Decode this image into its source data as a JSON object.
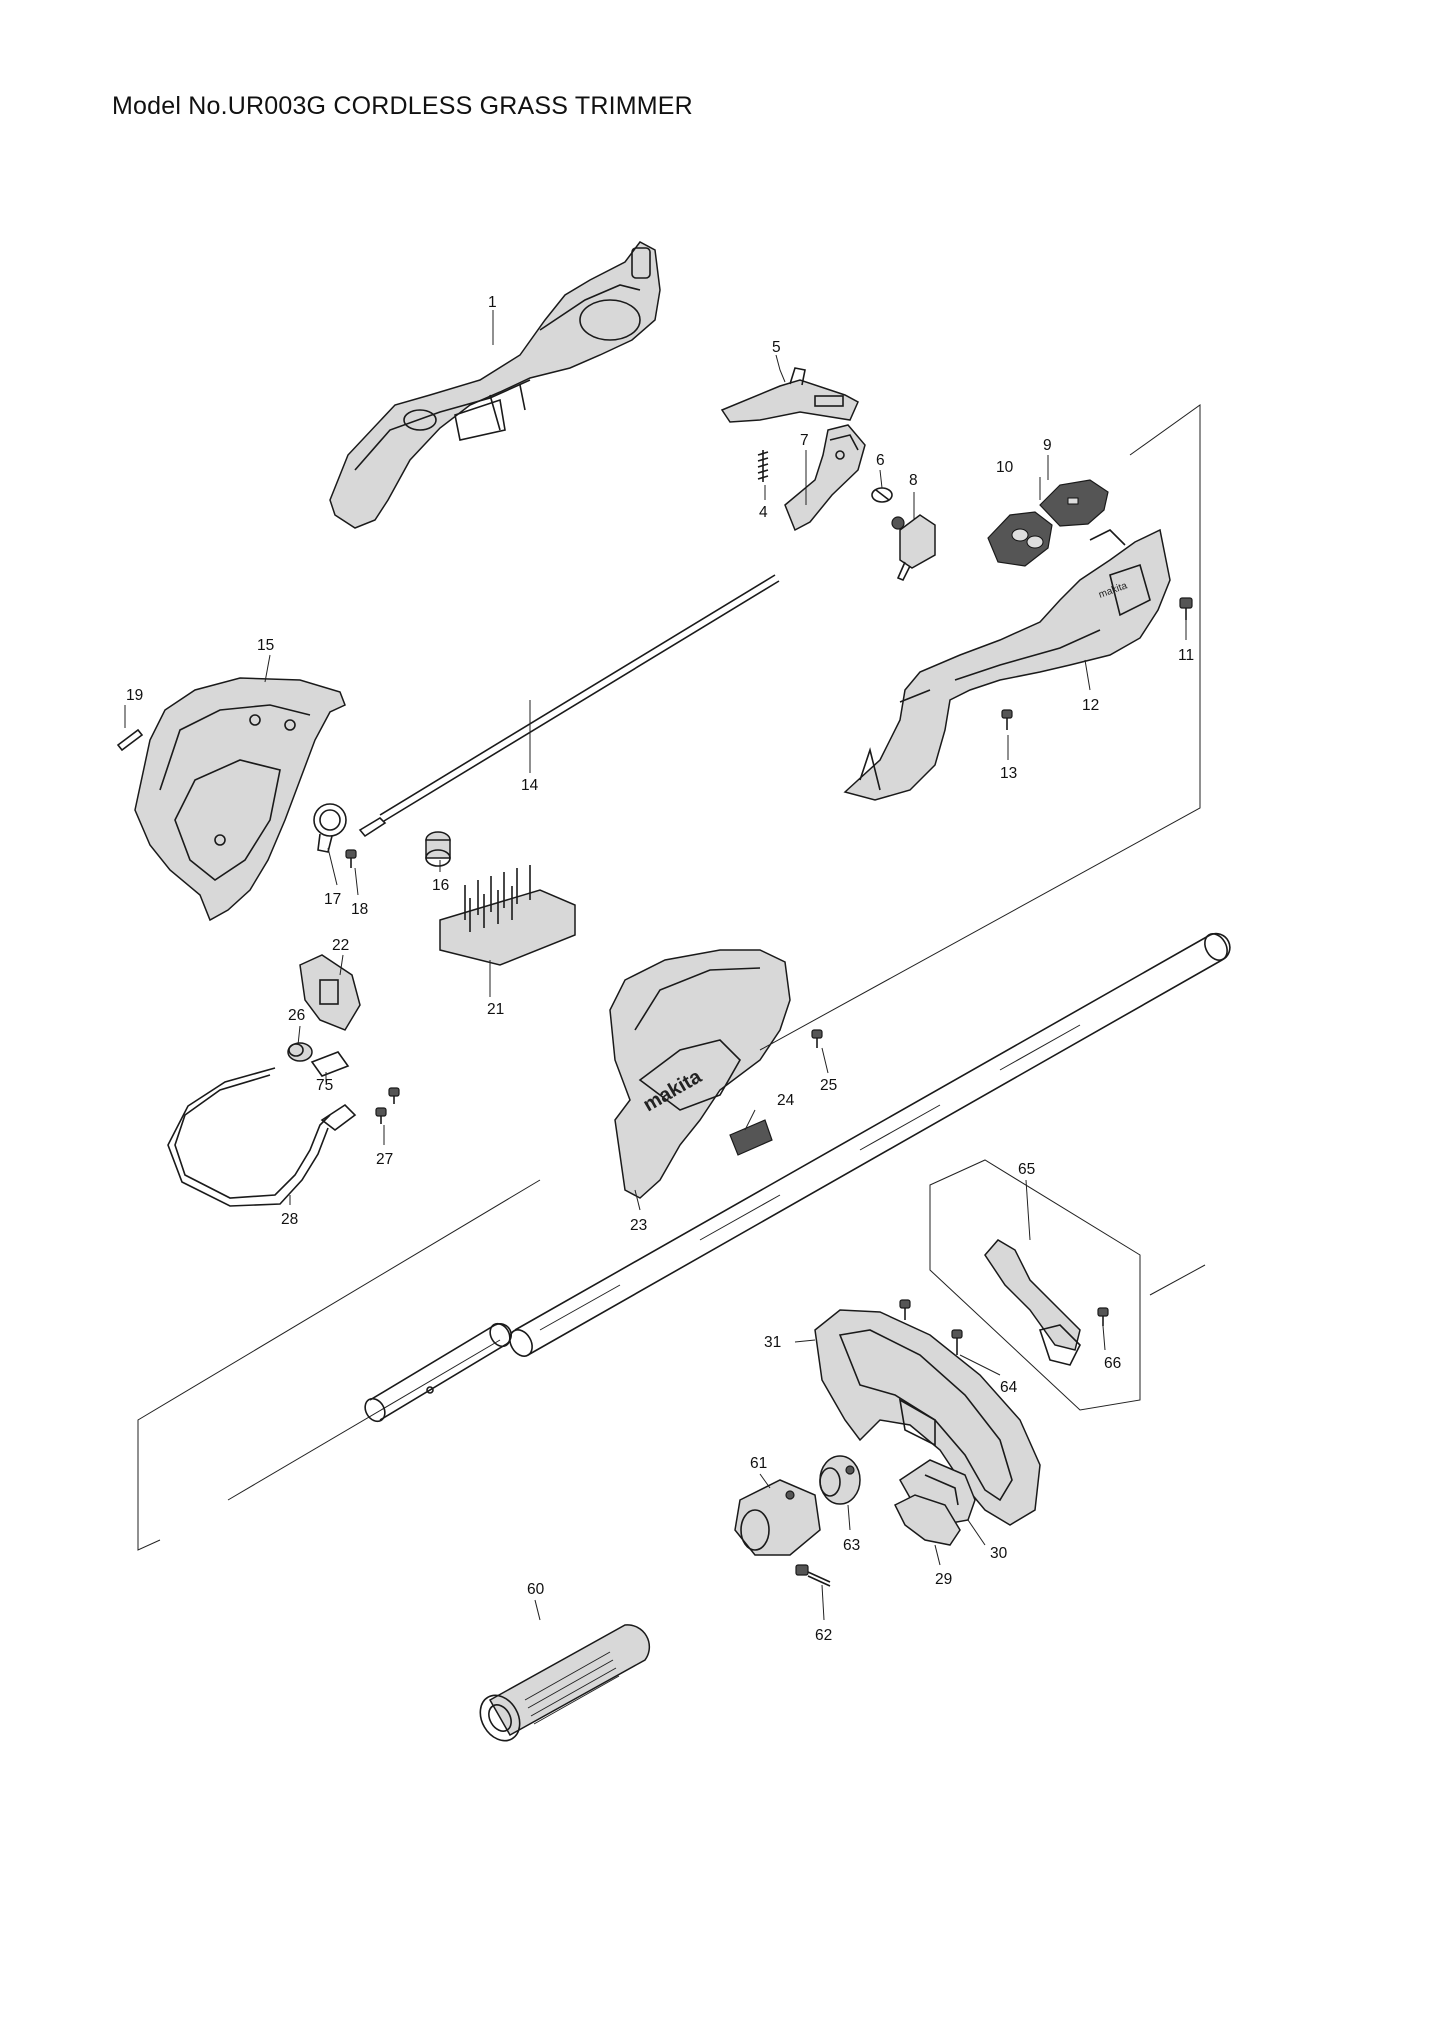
{
  "title": "Model No.UR003G CORDLESS GRASS TRIMMER",
  "parts": [
    {
      "id": "1",
      "label": "1"
    },
    {
      "id": "4",
      "label": "4"
    },
    {
      "id": "5",
      "label": "5"
    },
    {
      "id": "6",
      "label": "6"
    },
    {
      "id": "7",
      "label": "7"
    },
    {
      "id": "8",
      "label": "8"
    },
    {
      "id": "9",
      "label": "9"
    },
    {
      "id": "10",
      "label": "10"
    },
    {
      "id": "11",
      "label": "11"
    },
    {
      "id": "12",
      "label": "12"
    },
    {
      "id": "13",
      "label": "13"
    },
    {
      "id": "14",
      "label": "14"
    },
    {
      "id": "15",
      "label": "15"
    },
    {
      "id": "16",
      "label": "16"
    },
    {
      "id": "17",
      "label": "17"
    },
    {
      "id": "18",
      "label": "18"
    },
    {
      "id": "19",
      "label": "19"
    },
    {
      "id": "21",
      "label": "21"
    },
    {
      "id": "22",
      "label": "22"
    },
    {
      "id": "23",
      "label": "23"
    },
    {
      "id": "24",
      "label": "24"
    },
    {
      "id": "25",
      "label": "25"
    },
    {
      "id": "26",
      "label": "26"
    },
    {
      "id": "27",
      "label": "27"
    },
    {
      "id": "28",
      "label": "28"
    },
    {
      "id": "29",
      "label": "29"
    },
    {
      "id": "30",
      "label": "30"
    },
    {
      "id": "31",
      "label": "31"
    },
    {
      "id": "60",
      "label": "60"
    },
    {
      "id": "61",
      "label": "61"
    },
    {
      "id": "62",
      "label": "62"
    },
    {
      "id": "63",
      "label": "63"
    },
    {
      "id": "64",
      "label": "64"
    },
    {
      "id": "65",
      "label": "65"
    },
    {
      "id": "66",
      "label": "66"
    },
    {
      "id": "75",
      "label": "75"
    }
  ]
}
